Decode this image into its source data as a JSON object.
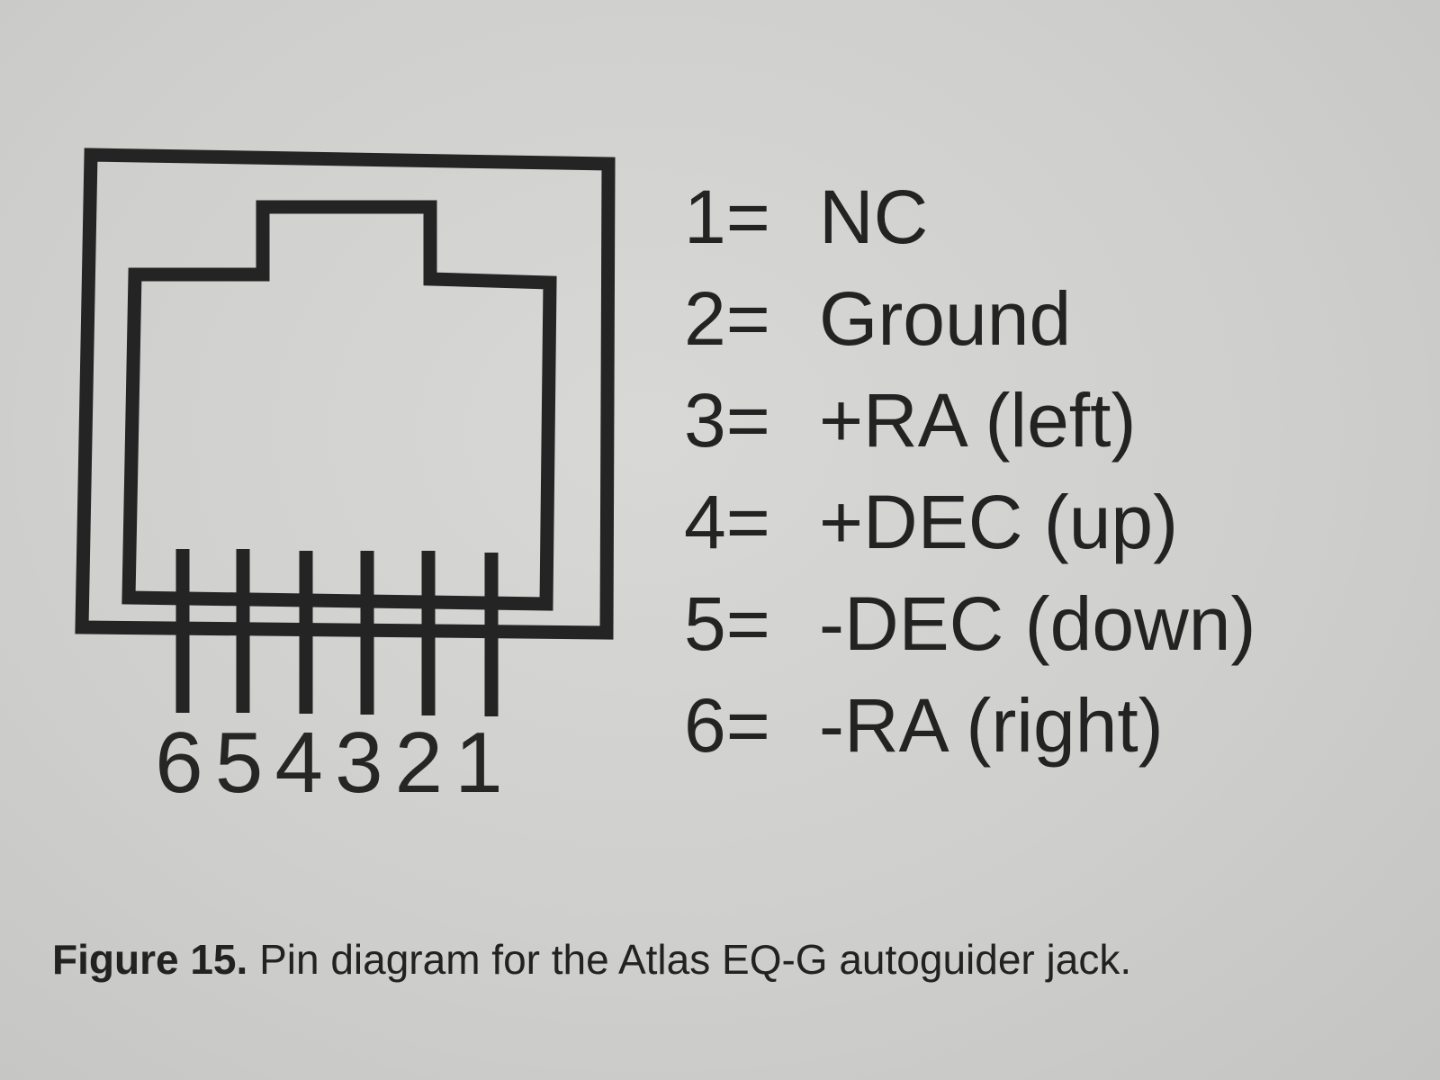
{
  "pin_numbers": [
    "6",
    "5",
    "4",
    "3",
    "2",
    "1"
  ],
  "pins": [
    {
      "number": "1",
      "equals": "1=",
      "function": "NC"
    },
    {
      "number": "2",
      "equals": "2=",
      "function": "Ground"
    },
    {
      "number": "3",
      "equals": "3=",
      "function": "+RA (left)"
    },
    {
      "number": "4",
      "equals": "4=",
      "function": "+DEC (up)"
    },
    {
      "number": "5",
      "equals": "5=",
      "function": "-DEC (down)"
    },
    {
      "number": "6",
      "equals": "6=",
      "function": "-RA (right)"
    }
  ],
  "caption": {
    "label": "Figure 15.",
    "text": " Pin diagram for the Atlas EQ-G autoguider jack."
  },
  "colors": {
    "ink": "#232323",
    "paper": "#d2d2d0"
  }
}
